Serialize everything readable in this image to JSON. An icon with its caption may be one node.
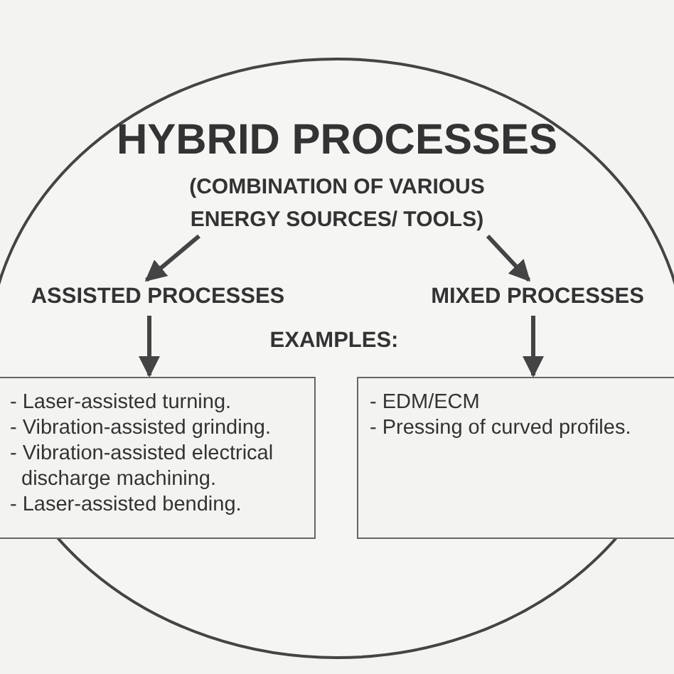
{
  "diagram": {
    "nodes": [
      {
        "text": [],
        "shape": "ellipse"
      },
      {
        "text": [
          "HYBRID PROCESSES",
          "(COMBINATION OF VARIOUS ENERGY SOURCES/ TOOLS)"
        ],
        "in": 0
      },
      {
        "text": [
          "ASSISTED PROCESSES"
        ],
        "in": 0
      },
      {
        "text": [
          "MIXED PROCESSES"
        ],
        "in": 0
      },
      {
        "text": [
          "- Laser-assisted turning.",
          "- Vibration-assisted grinding.",
          "- Vibration-assisted electrical discharge machining.",
          "- Laser-assisted bending."
        ],
        "in": 0
      },
      {
        "text": [
          "- EDM/ECM",
          "- Pressing of curved profiles."
        ],
        "in": 0
      }
    ],
    "edges": [
      {
        "from": 1,
        "to": 2,
        "arrow": "to"
      },
      {
        "from": 1,
        "to": 3,
        "arrow": "to"
      },
      {
        "from": 2,
        "to": 4,
        "arrow": "to"
      },
      {
        "from": 3,
        "to": 5,
        "arrow": "to"
      }
    ],
    "labels": [
      "EXAMPLES:"
    ]
  }
}
